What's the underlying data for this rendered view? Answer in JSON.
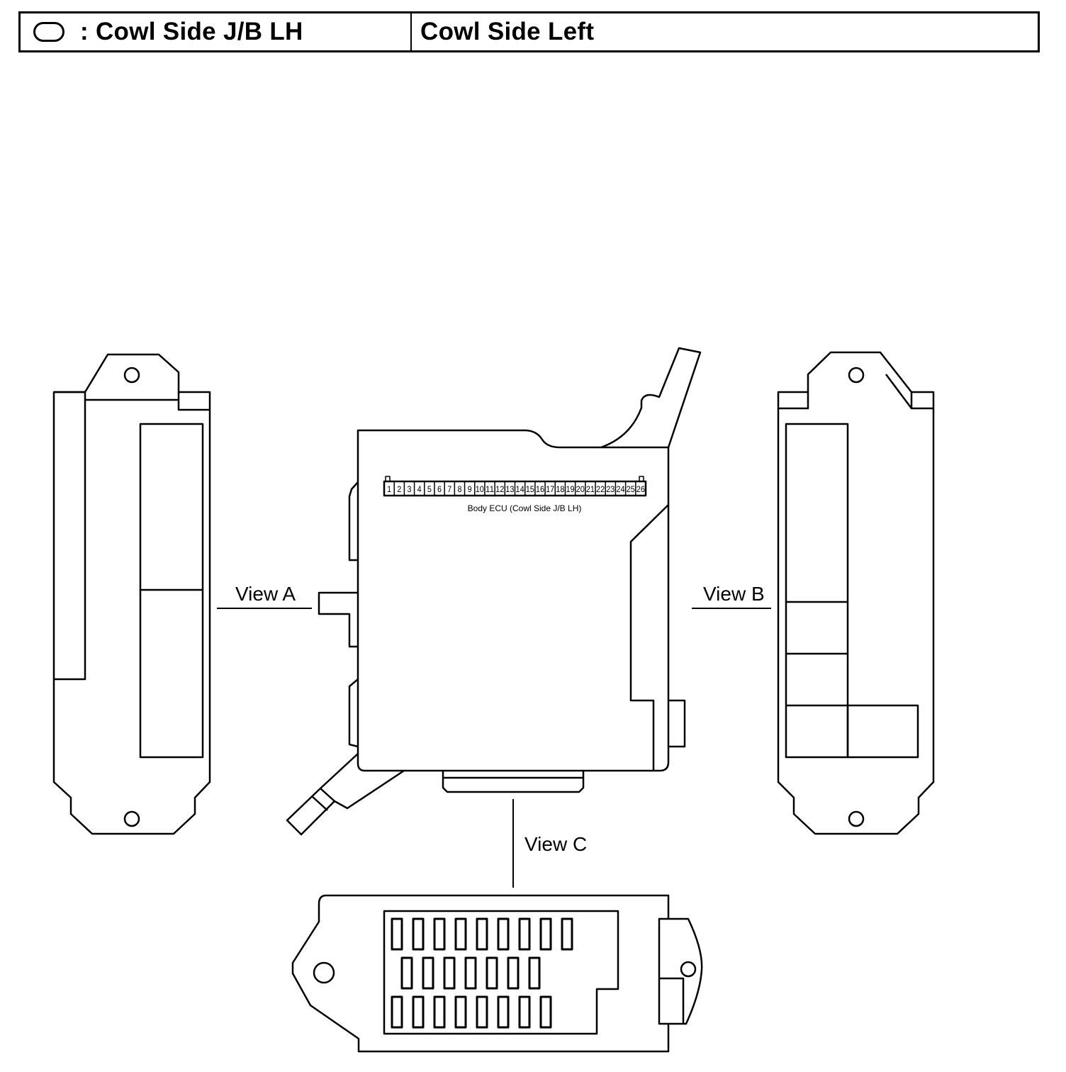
{
  "header": {
    "location_name": ": Cowl Side J/B LH",
    "location_side": "Cowl Side Left"
  },
  "diagram": {
    "pin_numbers": [
      "1",
      "2",
      "3",
      "4",
      "5",
      "6",
      "7",
      "8",
      "9",
      "10",
      "11",
      "12",
      "13",
      "14",
      "15",
      "16",
      "17",
      "18",
      "19",
      "20",
      "21",
      "22",
      "23",
      "24",
      "25",
      "26"
    ],
    "ecu_label": "Body ECU (Cowl Side J/B LH)",
    "view_a": "View A",
    "view_b": "View B",
    "view_c": "View C"
  }
}
